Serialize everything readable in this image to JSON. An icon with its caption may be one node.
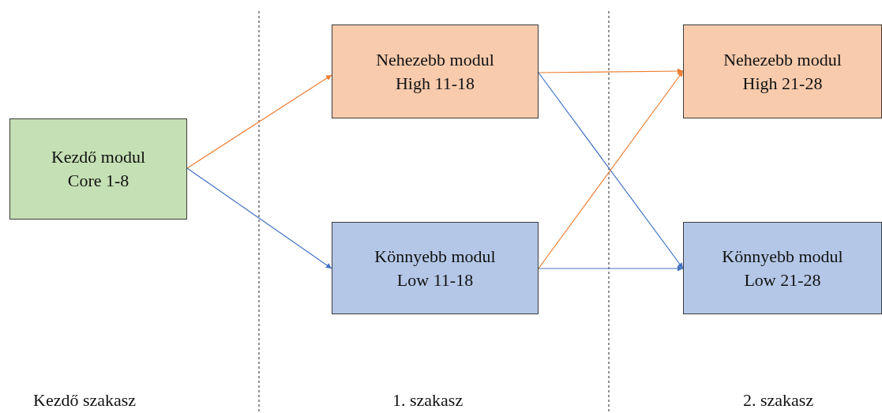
{
  "diagram": {
    "nodes": [
      {
        "text": [
          "Kezdő modul",
          "Core 1-8"
        ]
      },
      {
        "text": [
          "Nehezebb modul",
          "High 11-18"
        ]
      },
      {
        "text": [
          "Könnyebb modul",
          "Low 11-18"
        ]
      },
      {
        "text": [
          "Nehezebb modul",
          "High 21-28"
        ]
      },
      {
        "text": [
          "Könnyebb modul",
          "Low 21-28"
        ]
      }
    ],
    "edges": [
      {
        "from": 0,
        "to": 1,
        "arrow": "to",
        "color": "#ed7d31"
      },
      {
        "from": 0,
        "to": 2,
        "arrow": "to",
        "color": "#4472c4"
      },
      {
        "from": 1,
        "to": 3,
        "arrow": "to",
        "color": "#ed7d31"
      },
      {
        "from": 1,
        "to": 4,
        "arrow": "to",
        "color": "#4472c4"
      },
      {
        "from": 2,
        "to": 3,
        "arrow": "to",
        "color": "#ed7d31"
      },
      {
        "from": 2,
        "to": 4,
        "arrow": "to",
        "color": "#4472c4"
      }
    ],
    "labels": [
      "Kezdő szakasz",
      "1. szakasz",
      "2. szakasz"
    ]
  }
}
